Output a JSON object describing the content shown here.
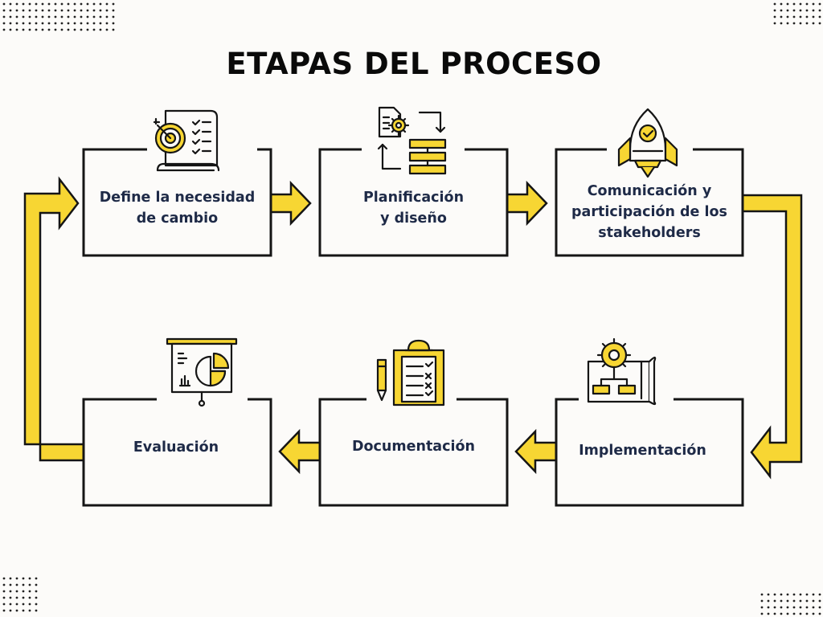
{
  "title": "ETAPAS DEL PROCESO",
  "colors": {
    "accent": "#f7d633",
    "text": "#1e2a47",
    "stroke": "#151515",
    "background": "#fcfbf9"
  },
  "stages": [
    {
      "label": "Define la necesidad\nde cambio",
      "icon": "target-checklist-icon"
    },
    {
      "label": "Planificación\ny diseño",
      "icon": "planning-gear-flow-icon"
    },
    {
      "label": "Comunicación y\nparticipación de los\nstakeholders",
      "icon": "rocket-icon"
    },
    {
      "label": "Implementación",
      "icon": "blueprint-gear-icon"
    },
    {
      "label": "Documentación",
      "icon": "clipboard-pencil-icon"
    },
    {
      "label": "Evaluación",
      "icon": "presentation-pie-chart-icon"
    }
  ]
}
